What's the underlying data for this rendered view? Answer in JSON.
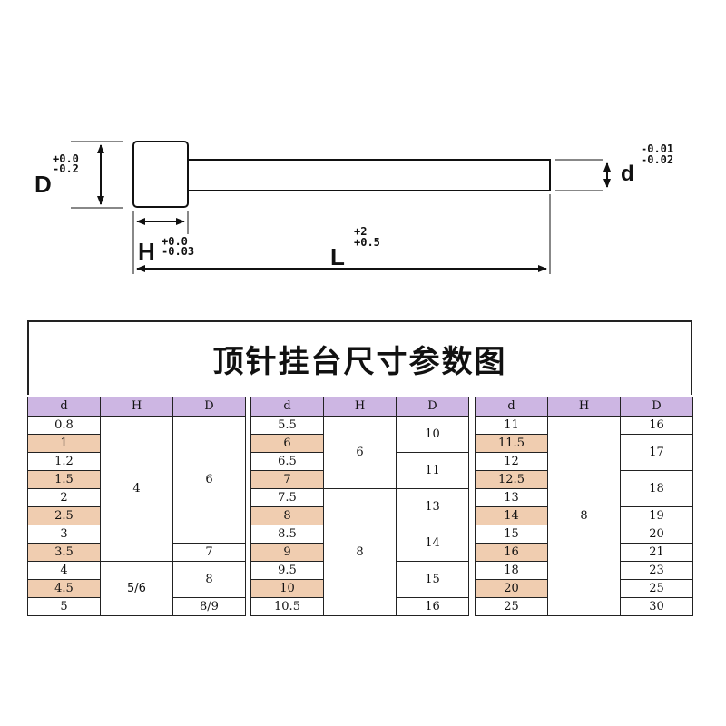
{
  "drawing": {
    "labels": {
      "D": "D",
      "D_tol_upper": "+0.0",
      "D_tol_lower": "-0.2",
      "H": "H",
      "H_tol_upper": "+0.0",
      "H_tol_lower": "-0.03",
      "L": "L",
      "L_tol_upper": "+2",
      "L_tol_lower": "+0.5",
      "d": "d",
      "d_tol_upper": "-0.01",
      "d_tol_lower": "-0.02"
    }
  },
  "title": "顶针挂台尺寸参数图",
  "colors": {
    "header_bg": "#cdb6e3",
    "alt_row_bg": "#f0cdb0",
    "border": "#222222"
  },
  "tables": [
    {
      "headers": [
        "d",
        "H",
        "D"
      ],
      "d_values": [
        "0.8",
        "1",
        "1.2",
        "1.5",
        "2",
        "2.5",
        "3",
        "3.5",
        "4",
        "4.5",
        "5"
      ],
      "H_groups": [
        {
          "label": "4",
          "rowspan": 8
        },
        {
          "label": "5/6",
          "rowspan": 3
        }
      ],
      "D_groups": [
        {
          "label": "6",
          "rowspan": 7
        },
        {
          "label": "7",
          "rowspan": 1
        },
        {
          "label": "8",
          "rowspan": 2
        },
        {
          "label": "8/9",
          "rowspan": 1
        }
      ]
    },
    {
      "headers": [
        "d",
        "H",
        "D"
      ],
      "d_values": [
        "5.5",
        "6",
        "6.5",
        "7",
        "7.5",
        "8",
        "8.5",
        "9",
        "9.5",
        "10",
        "10.5"
      ],
      "H_groups": [
        {
          "label": "6",
          "rowspan": 4
        },
        {
          "label": "8",
          "rowspan": 7
        }
      ],
      "D_groups": [
        {
          "label": "10",
          "rowspan": 2
        },
        {
          "label": "11",
          "rowspan": 2
        },
        {
          "label": "13",
          "rowspan": 2
        },
        {
          "label": "14",
          "rowspan": 2
        },
        {
          "label": "15",
          "rowspan": 2
        },
        {
          "label": "16",
          "rowspan": 1
        }
      ]
    },
    {
      "headers": [
        "d",
        "H",
        "D"
      ],
      "d_values": [
        "11",
        "11.5",
        "12",
        "12.5",
        "13",
        "14",
        "15",
        "16",
        "18",
        "20",
        "25"
      ],
      "H_groups": [
        {
          "label": "8",
          "rowspan": 11
        }
      ],
      "D_groups": [
        {
          "label": "16",
          "rowspan": 1
        },
        {
          "label": "17",
          "rowspan": 2
        },
        {
          "label": "18",
          "rowspan": 2
        },
        {
          "label": "19",
          "rowspan": 1
        },
        {
          "label": "20",
          "rowspan": 1
        },
        {
          "label": "21",
          "rowspan": 1
        },
        {
          "label": "23",
          "rowspan": 1
        },
        {
          "label": "25",
          "rowspan": 1
        },
        {
          "label": "30",
          "rowspan": 1
        }
      ]
    }
  ]
}
